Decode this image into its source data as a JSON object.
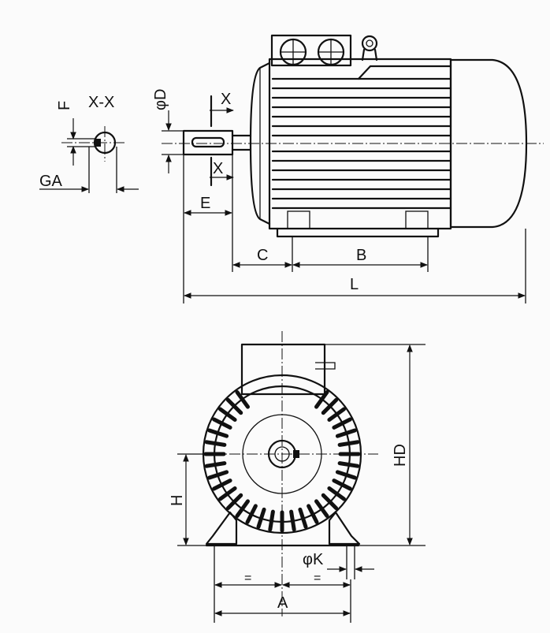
{
  "labels": {
    "section": "X-X",
    "F": "F",
    "GA": "GA",
    "phiD": "φD",
    "X_top": "X",
    "X_bottom": "X",
    "E": "E",
    "C": "C",
    "B": "B",
    "L": "L",
    "HD": "HD",
    "H": "H",
    "phiK": "φK",
    "A": "A",
    "eq_left": "=",
    "eq_right": "="
  }
}
